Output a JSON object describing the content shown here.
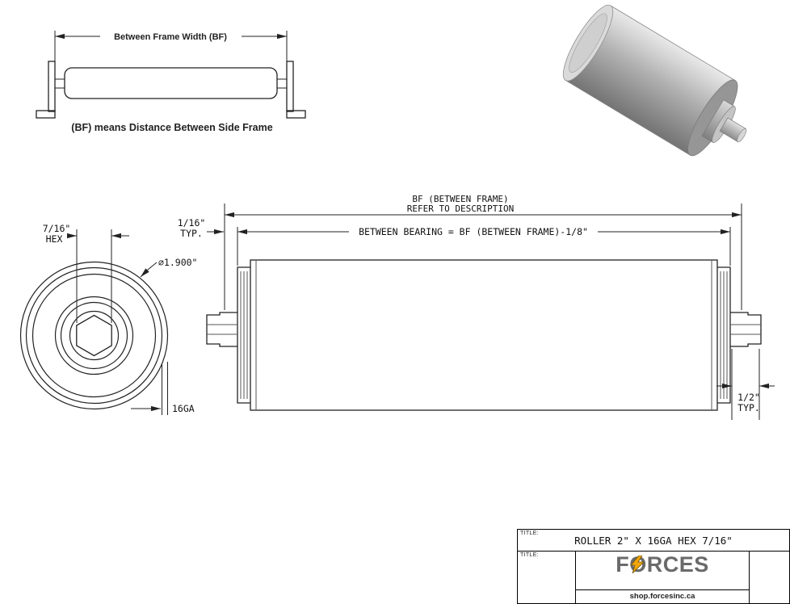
{
  "inset": {
    "dim_label": "Between Frame Width (BF)",
    "caption": "(BF) means Distance Between Side Frame"
  },
  "front_view": {
    "hex_size": "7/16\"",
    "hex_word": "HEX",
    "diameter": "∅1.900\"",
    "gauge": "16GA"
  },
  "side_view": {
    "bf_label_1": "BF (BETWEEN FRAME)",
    "bf_label_2": "REFER TO DESCRIPTION",
    "between_bearing_label": "BETWEEN BEARING = BF (BETWEEN FRAME)-1/8\"",
    "gap_size": "1/16\"",
    "gap_typ": "TYP.",
    "shaft_ext_size": "1/2\"",
    "shaft_ext_typ": "TYP."
  },
  "title_block": {
    "field_label_1": "TITLE:",
    "field_label_2": "TITLE:",
    "title": "ROLLER 2\" X 16GA HEX 7/16\"",
    "brand": "FORCES",
    "website": "shop.forcesinc.ca"
  },
  "colors": {
    "accent": "#f2a50a",
    "brand_gray": "#6a6a6a",
    "line": "#222222"
  }
}
